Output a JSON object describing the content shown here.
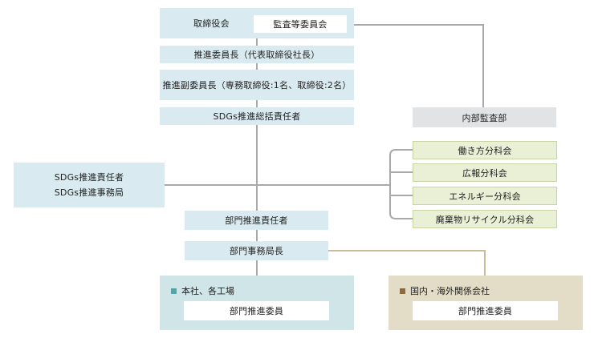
{
  "board": {
    "label": "取締役会",
    "audit_committee": "監査等委員会"
  },
  "chair": "推進委員長（代表取締役社長）",
  "vice_chair": "推進副委員長（専務取締役:1名、取締役:2名）",
  "general_manager": "SDGs推進総括責任者",
  "internal_audit": "内部監査部",
  "subcommittees": [
    "働き方分科会",
    "広報分科会",
    "エネルギー分科会",
    "廃棄物リサイクル分科会"
  ],
  "sdgs_office": [
    "SDGs推進責任者",
    "SDGs推進事務局"
  ],
  "dept_manager": "部門推進責任者",
  "dept_secretary": "部門事務局長",
  "hq_panel": {
    "title": "本社、各工場",
    "member": "部門推進委員"
  },
  "affiliates_panel": {
    "title": "国内・海外関係会社",
    "member": "部門推進委員"
  },
  "colors": {
    "main_box": "#d9eaf1",
    "audit_box": "#e2e3e4",
    "subcommittee_box": "#e9f0d6",
    "connector": "#a9a9a9",
    "affiliate_connector": "#c9bc98",
    "hq_panel": "#cfe5e7",
    "affiliates_panel": "#e3dcc7",
    "hq_marker": "#4fa7aa",
    "affiliates_marker": "#8a6a44"
  }
}
